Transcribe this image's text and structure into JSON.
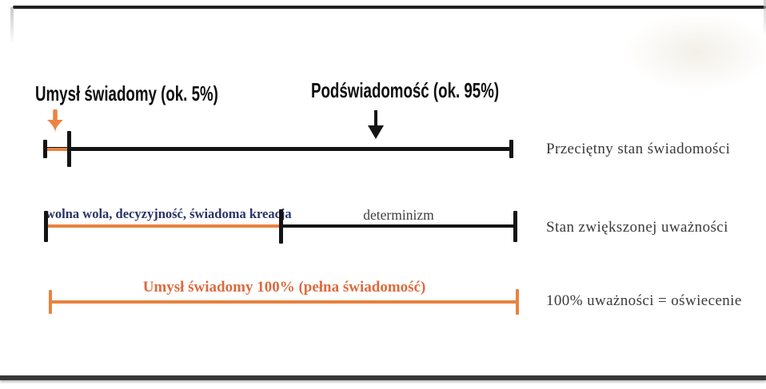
{
  "diagram": {
    "top_annotations": [
      {
        "label": "Umysł świadomy (ok. 5%)",
        "arrow": "orange-down-arrow",
        "arrow_color": "#ED8340"
      },
      {
        "label": "Podświadomość (ok. 95%)",
        "arrow": "black-down-arrow",
        "arrow_color": "#141414"
      }
    ],
    "rows": [
      {
        "right_label": "Przeciętny stan świadomości",
        "segments": [
          {
            "color_name": "orange",
            "label": "",
            "meaning": "Umysł świadomy (ok. 5%)"
          },
          {
            "color_name": "black",
            "label": "",
            "meaning": "Podświadomość (ok. 95%)"
          }
        ]
      },
      {
        "right_label": "Stan zwiększonej uważności",
        "segments": [
          {
            "color_name": "orange",
            "label": "wolna wola, decyzyjność, świadoma kreacja"
          },
          {
            "color_name": "black",
            "label": "determinizm"
          }
        ]
      },
      {
        "right_label": "100% uważności = oświecenie",
        "segments": [
          {
            "color_name": "orange",
            "label": "Umysł świadomy 100% (pełna świadomość)"
          }
        ]
      }
    ]
  },
  "colors": {
    "orange_line": "#E8823F",
    "orange_text": "#DB6B3F",
    "navy_text": "#2A3468",
    "black": "#141414",
    "gray_text": "#3b3b3b"
  }
}
